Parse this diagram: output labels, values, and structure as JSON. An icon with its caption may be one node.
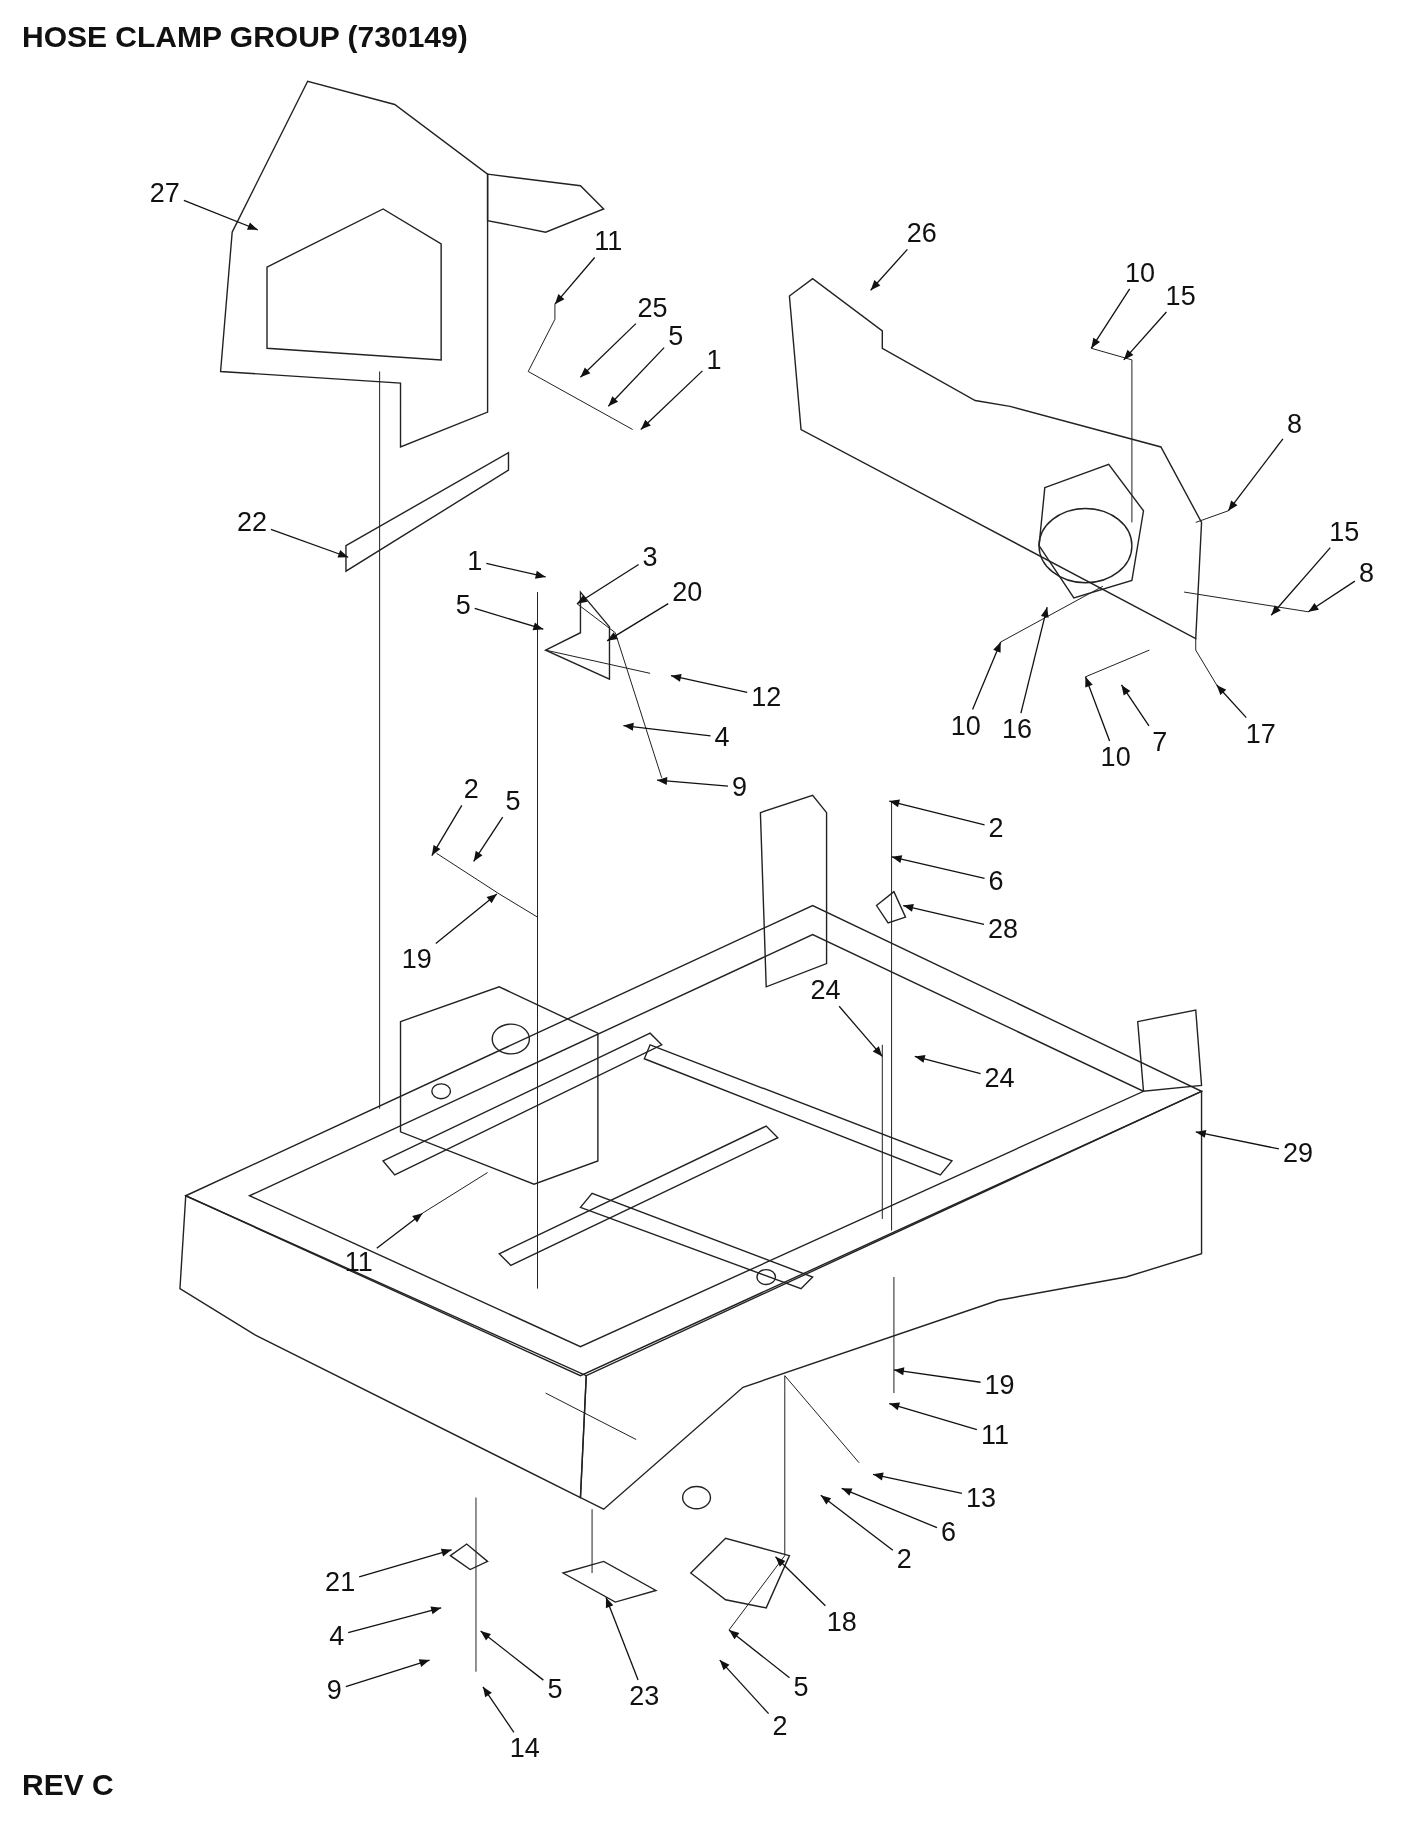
{
  "diagram": {
    "title": "HOSE CLAMP GROUP (730149)",
    "nodes": [
      {
        "text": [
          "27"
        ]
      },
      {
        "text": [
          "11"
        ]
      },
      {
        "text": [
          "25"
        ]
      },
      {
        "text": [
          "5"
        ]
      },
      {
        "text": [
          "1"
        ]
      },
      {
        "text": [
          "26"
        ]
      },
      {
        "text": [
          "10"
        ]
      },
      {
        "text": [
          "15"
        ]
      },
      {
        "text": [
          "8"
        ]
      },
      {
        "text": [
          "15"
        ]
      },
      {
        "text": [
          "8"
        ]
      },
      {
        "text": [
          "22"
        ]
      },
      {
        "text": [
          "1"
        ]
      },
      {
        "text": [
          "3"
        ]
      },
      {
        "text": [
          "20"
        ]
      },
      {
        "text": [
          "5"
        ]
      },
      {
        "text": [
          "12"
        ]
      },
      {
        "text": [
          "4"
        ]
      },
      {
        "text": [
          "9"
        ]
      },
      {
        "text": [
          "10"
        ]
      },
      {
        "text": [
          "16"
        ]
      },
      {
        "text": [
          "10"
        ]
      },
      {
        "text": [
          "7"
        ]
      },
      {
        "text": [
          "17"
        ]
      },
      {
        "text": [
          "2"
        ]
      },
      {
        "text": [
          "5"
        ]
      },
      {
        "text": [
          "19"
        ]
      },
      {
        "text": [
          "2"
        ]
      },
      {
        "text": [
          "6"
        ]
      },
      {
        "text": [
          "28"
        ]
      },
      {
        "text": [
          "24"
        ]
      },
      {
        "text": [
          "24"
        ]
      },
      {
        "text": [
          "29"
        ]
      },
      {
        "text": [
          "11"
        ]
      },
      {
        "text": [
          "19"
        ]
      },
      {
        "text": [
          "11"
        ]
      },
      {
        "text": [
          "13"
        ]
      },
      {
        "text": [
          "6"
        ]
      },
      {
        "text": [
          "2"
        ]
      },
      {
        "text": [
          "21"
        ]
      },
      {
        "text": [
          "4"
        ]
      },
      {
        "text": [
          "9"
        ]
      },
      {
        "text": [
          "5"
        ]
      },
      {
        "text": [
          "23"
        ]
      },
      {
        "text": [
          "14"
        ]
      },
      {
        "text": [
          "18"
        ]
      },
      {
        "text": [
          "5"
        ]
      },
      {
        "text": [
          "2"
        ]
      }
    ],
    "edges": [
      {
        "from": 0,
        "to": null,
        "arrow": "to"
      },
      {
        "from": 1,
        "to": null,
        "arrow": "to"
      },
      {
        "from": 2,
        "to": null,
        "arrow": "to"
      },
      {
        "from": 3,
        "to": null,
        "arrow": "to"
      },
      {
        "from": 4,
        "to": null,
        "arrow": "to"
      },
      {
        "from": 5,
        "to": null,
        "arrow": "to"
      },
      {
        "from": 6,
        "to": null,
        "arrow": "to"
      },
      {
        "from": 7,
        "to": null,
        "arrow": "to"
      },
      {
        "from": 8,
        "to": null,
        "arrow": "to"
      },
      {
        "from": 9,
        "to": null,
        "arrow": "to"
      },
      {
        "from": 10,
        "to": null,
        "arrow": "to"
      },
      {
        "from": 11,
        "to": null,
        "arrow": "to"
      },
      {
        "from": 12,
        "to": null,
        "arrow": "to"
      },
      {
        "from": 13,
        "to": null,
        "arrow": "to"
      },
      {
        "from": 14,
        "to": null,
        "arrow": "to"
      },
      {
        "from": 15,
        "to": null,
        "arrow": "to"
      },
      {
        "from": 16,
        "to": null,
        "arrow": "to"
      },
      {
        "from": 17,
        "to": null,
        "arrow": "to"
      },
      {
        "from": 18,
        "to": null,
        "arrow": "to"
      },
      {
        "from": 19,
        "to": null,
        "arrow": "to"
      },
      {
        "from": 20,
        "to": null,
        "arrow": "to"
      },
      {
        "from": 21,
        "to": null,
        "arrow": "to"
      },
      {
        "from": 22,
        "to": null,
        "arrow": "to"
      },
      {
        "from": 23,
        "to": null,
        "arrow": "to"
      },
      {
        "from": 24,
        "to": null,
        "arrow": "to"
      },
      {
        "from": 25,
        "to": null,
        "arrow": "to"
      },
      {
        "from": 26,
        "to": null,
        "arrow": "to"
      },
      {
        "from": 27,
        "to": null,
        "arrow": "to"
      },
      {
        "from": 28,
        "to": null,
        "arrow": "to"
      },
      {
        "from": 29,
        "to": null,
        "arrow": "to"
      },
      {
        "from": 30,
        "to": null,
        "arrow": "to"
      },
      {
        "from": 31,
        "to": null,
        "arrow": "to"
      },
      {
        "from": 32,
        "to": null,
        "arrow": "to"
      },
      {
        "from": 33,
        "to": null,
        "arrow": "to"
      },
      {
        "from": 34,
        "to": null,
        "arrow": "to"
      },
      {
        "from": 35,
        "to": null,
        "arrow": "to"
      },
      {
        "from": 36,
        "to": null,
        "arrow": "to"
      },
      {
        "from": 37,
        "to": null,
        "arrow": "to"
      },
      {
        "from": 38,
        "to": null,
        "arrow": "to"
      },
      {
        "from": 39,
        "to": null,
        "arrow": "to"
      },
      {
        "from": 40,
        "to": null,
        "arrow": "to"
      },
      {
        "from": 41,
        "to": null,
        "arrow": "to"
      },
      {
        "from": 42,
        "to": null,
        "arrow": "to"
      },
      {
        "from": 43,
        "to": null,
        "arrow": "to"
      },
      {
        "from": 44,
        "to": null,
        "arrow": "to"
      },
      {
        "from": 45,
        "to": null,
        "arrow": "to"
      },
      {
        "from": 46,
        "to": null,
        "arrow": "to"
      },
      {
        "from": 47,
        "to": null,
        "arrow": "to"
      }
    ],
    "labels": [
      "REV C"
    ]
  }
}
